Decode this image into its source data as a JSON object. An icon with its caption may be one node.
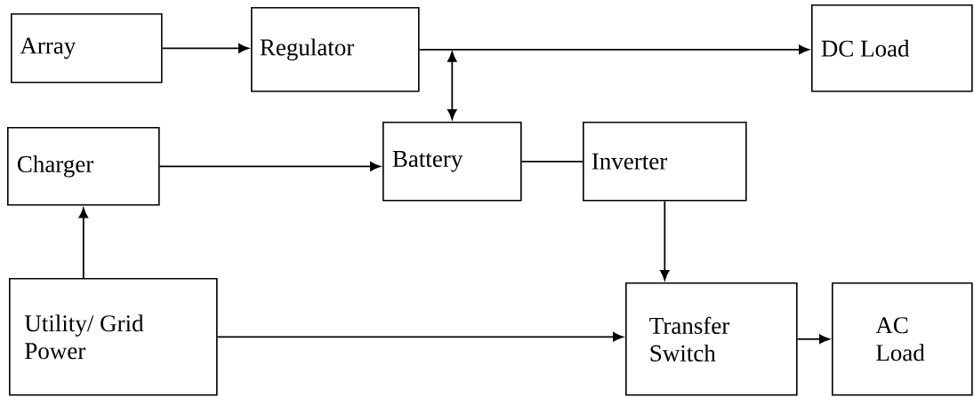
{
  "diagram": {
    "nodes": [
      {
        "text": [
          "Array"
        ]
      },
      {
        "text": [
          "Regulator"
        ]
      },
      {
        "text": [
          "DC Load"
        ]
      },
      {
        "text": [
          "Charger"
        ]
      },
      {
        "text": [
          "Battery"
        ]
      },
      {
        "text": [
          "Inverter"
        ]
      },
      {
        "text": [
          "Utility/ Grid Power"
        ]
      },
      {
        "text": [
          "Transfer Switch"
        ]
      },
      {
        "text": [
          "AC Load"
        ]
      }
    ],
    "edges": [
      {
        "from": 0,
        "to": 1,
        "arrow": "to"
      },
      {
        "from": 1,
        "to": 2,
        "arrow": "to"
      },
      {
        "from": 1,
        "to": 4,
        "arrow": "both"
      },
      {
        "from": 3,
        "to": 4,
        "arrow": "to"
      },
      {
        "from": 4,
        "to": 5,
        "arrow": "none"
      },
      {
        "from": 5,
        "to": 7,
        "arrow": "to"
      },
      {
        "from": 6,
        "to": 3,
        "arrow": "to"
      },
      {
        "from": 6,
        "to": 7,
        "arrow": "to"
      },
      {
        "from": 7,
        "to": 8,
        "arrow": "to"
      }
    ]
  }
}
